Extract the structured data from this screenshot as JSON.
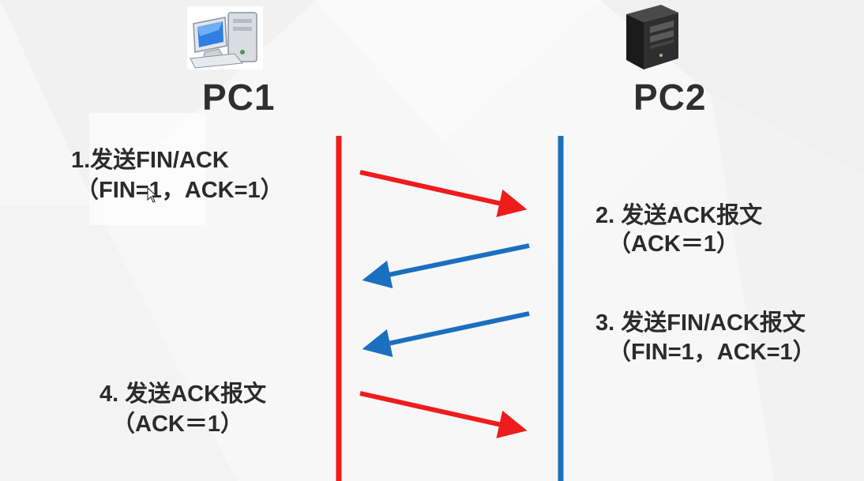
{
  "hosts": {
    "pc1": {
      "label": "PC1",
      "icon": "desktop-computer-icon",
      "line_color": "#ee1c1c"
    },
    "pc2": {
      "label": "PC2",
      "icon": "server-tower-icon",
      "line_color": "#1a6fbf"
    }
  },
  "steps": [
    {
      "title": "1.发送FIN/ACK",
      "params": "（FIN=1，ACK=1）",
      "direction": "PC1 to PC2",
      "color": "#ee1c1c"
    },
    {
      "title": "2. 发送ACK报文",
      "params": "（ACK＝1）",
      "direction": "PC2 to PC1",
      "color": "#1a6fbf"
    },
    {
      "title": "3. 发送FIN/ACK报文",
      "params": "（FIN=1，ACK=1）",
      "direction": "PC2 to PC1",
      "color": "#1a6fbf"
    },
    {
      "title": "4. 发送ACK报文",
      "params": "（ACK＝1）",
      "direction": "PC1 to PC2",
      "color": "#ee1c1c"
    }
  ]
}
